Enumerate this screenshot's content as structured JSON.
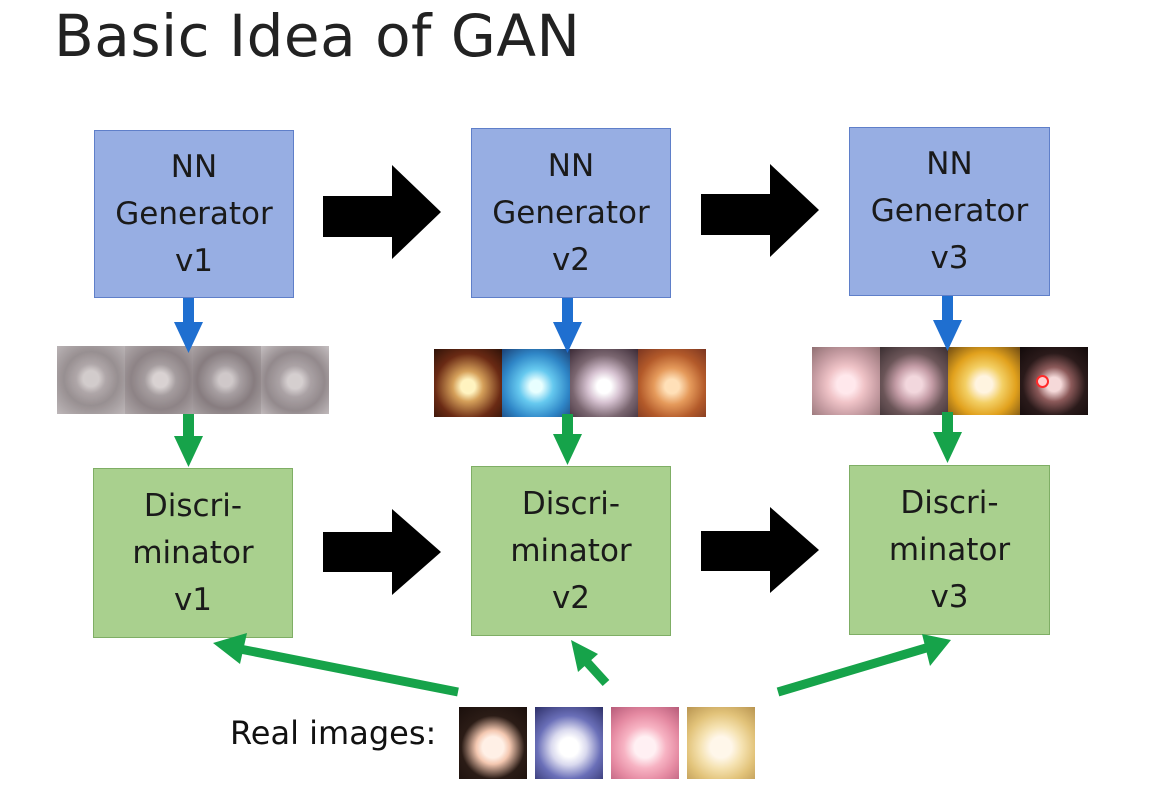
{
  "title": "Basic Idea of GAN",
  "generators": [
    {
      "line1": "NN",
      "line2": "Generator",
      "line3": "v1"
    },
    {
      "line1": "NN",
      "line2": "Generator",
      "line3": "v2"
    },
    {
      "line1": "NN",
      "line2": "Generator",
      "line3": "v3"
    }
  ],
  "discriminators": [
    {
      "line1": "Discri-",
      "line2": "minator",
      "line3": "v1"
    },
    {
      "line1": "Discri-",
      "line2": "minator",
      "line3": "v2"
    },
    {
      "line1": "Discri-",
      "line2": "minator",
      "line3": "v3"
    }
  ],
  "real_images_label": "Real images:",
  "colors": {
    "generator_fill": "#97aee3",
    "discriminator_fill": "#a9d08e",
    "blue_arrow": "#1f6fd0",
    "green_arrow": "#16a34a",
    "black_arrow": "#000000"
  }
}
